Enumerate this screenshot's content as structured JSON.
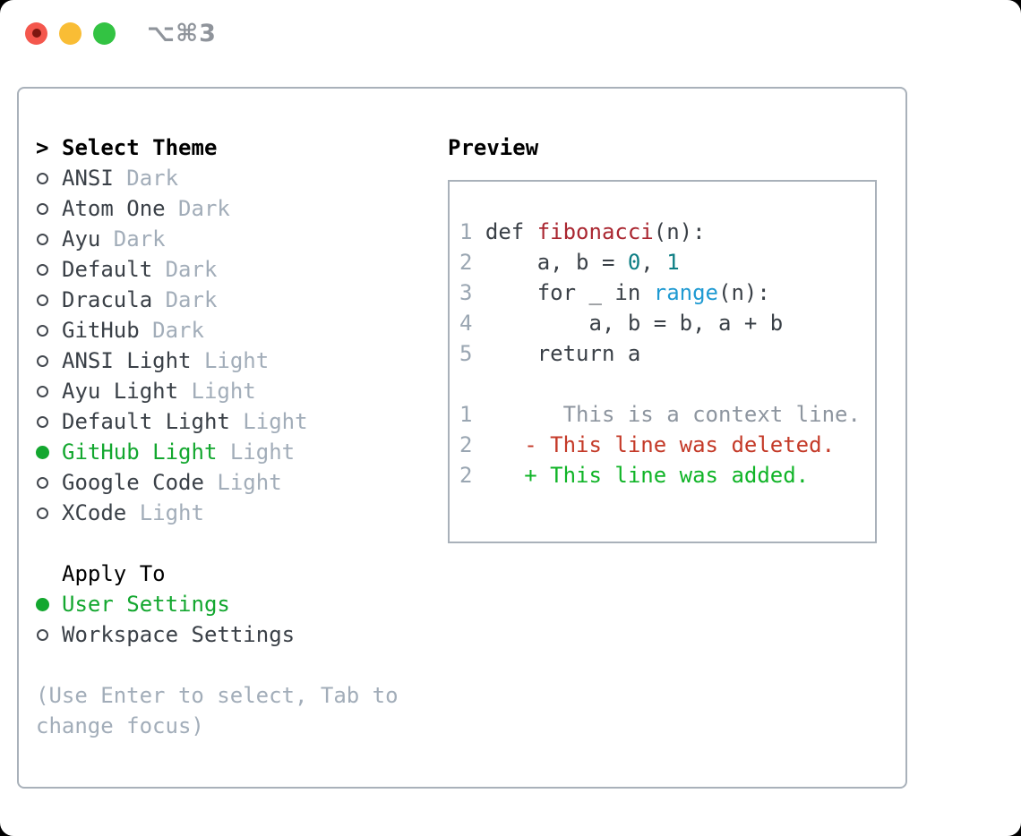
{
  "window": {
    "title": "⌥⌘3",
    "traffic_lights": [
      {
        "name": "close",
        "color": "#f4574d",
        "has_core": true
      },
      {
        "name": "minimize",
        "color": "#f9bd35",
        "has_core": false
      },
      {
        "name": "maximize",
        "color": "#33c343",
        "has_core": false
      }
    ]
  },
  "panel": {
    "select_theme": {
      "marker": ">",
      "title": "Select Theme",
      "themes": [
        {
          "name": "ANSI",
          "variant": "Dark",
          "selected": false
        },
        {
          "name": "Atom One",
          "variant": "Dark",
          "selected": false
        },
        {
          "name": "Ayu",
          "variant": "Dark",
          "selected": false
        },
        {
          "name": "Default",
          "variant": "Dark",
          "selected": false
        },
        {
          "name": "Dracula",
          "variant": "Dark",
          "selected": false
        },
        {
          "name": "GitHub",
          "variant": "Dark",
          "selected": false
        },
        {
          "name": "ANSI Light",
          "variant": "Light",
          "selected": false
        },
        {
          "name": "Ayu Light",
          "variant": "Light",
          "selected": false
        },
        {
          "name": "Default Light",
          "variant": "Light",
          "selected": false
        },
        {
          "name": "GitHub Light",
          "variant": "Light",
          "selected": true
        },
        {
          "name": "Google Code",
          "variant": "Light",
          "selected": false
        },
        {
          "name": "XCode",
          "variant": "Light",
          "selected": false
        }
      ]
    },
    "apply_to": {
      "title": "Apply To",
      "options": [
        {
          "name": "User Settings",
          "selected": true
        },
        {
          "name": "Workspace Settings",
          "selected": false
        }
      ]
    },
    "hint": "(Use Enter to select, Tab to change focus)"
  },
  "preview": {
    "title": "Preview",
    "code_lines": [
      {
        "num": "1",
        "segments": [
          {
            "text": " def ",
            "color": "code"
          },
          {
            "text": "fibonacci",
            "color": "function"
          },
          {
            "text": "(n):",
            "color": "code"
          }
        ]
      },
      {
        "num": "2",
        "segments": [
          {
            "text": "     a, b = ",
            "color": "code"
          },
          {
            "text": "0",
            "color": "number"
          },
          {
            "text": ", ",
            "color": "code"
          },
          {
            "text": "1",
            "color": "number"
          }
        ]
      },
      {
        "num": "3",
        "segments": [
          {
            "text": "     for _ in ",
            "color": "code"
          },
          {
            "text": "range",
            "color": "builtin"
          },
          {
            "text": "(n):",
            "color": "code"
          }
        ]
      },
      {
        "num": "4",
        "segments": [
          {
            "text": "         a, b = b, a + b",
            "color": "code"
          }
        ]
      },
      {
        "num": "5",
        "segments": [
          {
            "text": "     return a",
            "color": "code"
          }
        ]
      },
      {
        "num": "",
        "segments": []
      },
      {
        "num": "1",
        "segments": [
          {
            "text": "       This is a context line.",
            "color": "context"
          }
        ]
      },
      {
        "num": "2",
        "segments": [
          {
            "text": "    ",
            "color": "code"
          },
          {
            "text": "- This line was deleted.",
            "color": "deleted"
          }
        ]
      },
      {
        "num": "2",
        "segments": [
          {
            "text": "    ",
            "color": "code"
          },
          {
            "text": "+ This line was added.",
            "color": "added"
          }
        ]
      }
    ]
  },
  "colors": {
    "selection_green": "#13a72f",
    "added_green": "#10b427",
    "deleted_red": "#c43a28",
    "function_red": "#aa2731",
    "number_teal": "#0d7e84",
    "builtin_blue": "#1f9ad2",
    "border_gray": "#a9b1ba",
    "muted_gray": "#a2adb9",
    "code_gray": "#3a4047"
  }
}
